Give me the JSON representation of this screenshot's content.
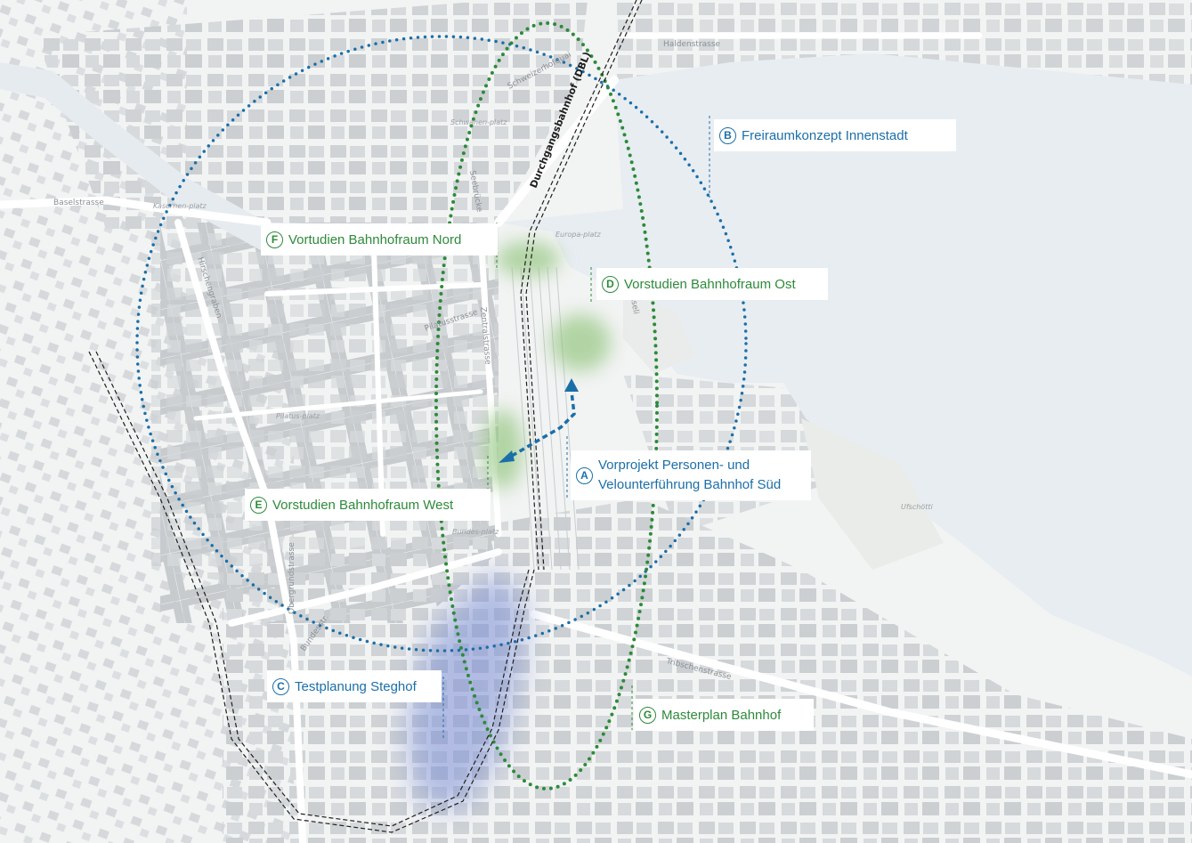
{
  "colors": {
    "water": "#e8edf2",
    "land": "#f3f4f4",
    "building": "#d2d5d7",
    "building_dark": "#c3c7ca",
    "road": "#ffffff",
    "blue_accent": "#1b6fa8",
    "green_accent": "#2d8a3a",
    "green_area": "#8fc47a",
    "blue_area": "#7b8fd6",
    "railway": "#1e1e1e"
  },
  "labels": {
    "A": {
      "badge": "A",
      "line1": "Vorprojekt Personen- und",
      "line2": "Velounterführung Bahnhof Süd"
    },
    "B": {
      "badge": "B",
      "text": "Freiraumkonzept Innenstadt"
    },
    "C": {
      "badge": "C",
      "text": "Testplanung Steghof"
    },
    "D": {
      "badge": "D",
      "text": "Vorstudien Bahnhofraum Ost"
    },
    "E": {
      "badge": "E",
      "text": "Vorstudien Bahnhofraum West"
    },
    "F": {
      "badge": "F",
      "text": "Vortudien Bahnhofraum Nord"
    },
    "G": {
      "badge": "G",
      "text": "Masterplan Bahnhof"
    }
  },
  "map_text": {
    "railway_label": "Durchgangsbahnhof (DBL)",
    "streets": {
      "haldenstrasse": "Haldenstrasse",
      "schweizerhofquai": "Schweizerhofquai",
      "baselstrasse": "Baselstrasse",
      "hirschengraben": "Hirschengraben",
      "pilatusstrasse": "Pilatusstrasse",
      "zentralstrasse": "Zentralstrasse",
      "seebruecke": "Seebrücke",
      "obergrundstrasse": "Obergrundstrasse",
      "bundesstr": "Bundesstr.",
      "tribschenstrasse": "Tribschenstrasse",
      "inseli": "Inseli"
    },
    "places": {
      "schwanenplatz": "Schwanen-platz",
      "kasernenplatz": "Kasernen-platz",
      "europaplatz": "Europa-platz",
      "pilatusplatz": "Pilatus-platz",
      "bundesplatz": "Bundes-platz",
      "ufschoetti": "Ufschötti"
    }
  }
}
